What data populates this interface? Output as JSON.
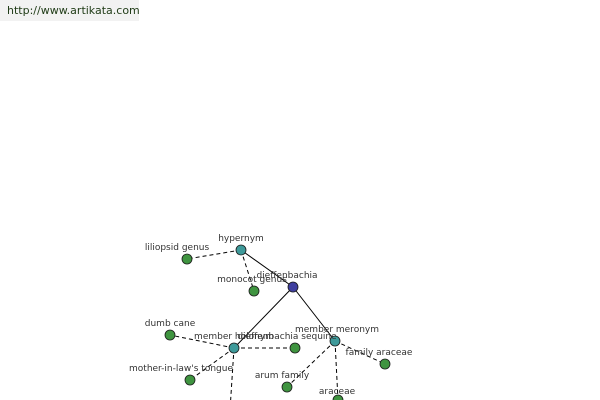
{
  "header": {
    "url_text": "http://www.artikata.com"
  },
  "colors": {
    "center_node": "#3f3f9f",
    "relation_node": "#3e9a9a",
    "term_node": "#3f9440",
    "edge": "#000000"
  },
  "graph": {
    "nodes": {
      "center": {
        "label": "dieffenbachia",
        "kind": "center"
      },
      "hypernym": {
        "label": "hypernym",
        "kind": "relation"
      },
      "member_holonym": {
        "label": "member holonym",
        "kind": "relation"
      },
      "member_meronym": {
        "label": "member meronym",
        "kind": "relation"
      },
      "liliopsid_genus": {
        "label": "liliopsid genus",
        "kind": "term"
      },
      "monocot_genus": {
        "label": "monocot genus",
        "kind": "term"
      },
      "dumb_cane": {
        "label": "dumb cane",
        "kind": "term"
      },
      "mother_in_law": {
        "label": "mother-in-law's tongue",
        "kind": "term"
      },
      "dieffenbachia_sequine": {
        "label": "dieffenbachia sequine",
        "kind": "term"
      },
      "arum_family": {
        "label": "arum family",
        "kind": "term"
      },
      "araceae": {
        "label": "araceae",
        "kind": "term"
      },
      "family_araceae": {
        "label": "family araceae",
        "kind": "term"
      }
    },
    "edges": [
      {
        "from": "center",
        "to": "hypernym",
        "style": "solid"
      },
      {
        "from": "center",
        "to": "member_holonym",
        "style": "solid"
      },
      {
        "from": "center",
        "to": "member_meronym",
        "style": "solid"
      },
      {
        "from": "hypernym",
        "to": "liliopsid_genus",
        "style": "dashed"
      },
      {
        "from": "hypernym",
        "to": "monocot_genus",
        "style": "dashed"
      },
      {
        "from": "member_holonym",
        "to": "dumb_cane",
        "style": "dashed"
      },
      {
        "from": "member_holonym",
        "to": "mother_in_law",
        "style": "dashed"
      },
      {
        "from": "member_holonym",
        "to": "dieffenbachia_sequine",
        "style": "dashed"
      },
      {
        "from": "member_holonym",
        "to": "offscreen_below",
        "style": "dashed"
      },
      {
        "from": "member_meronym",
        "to": "arum_family",
        "style": "dashed"
      },
      {
        "from": "member_meronym",
        "to": "araceae",
        "style": "dashed"
      },
      {
        "from": "member_meronym",
        "to": "family_araceae",
        "style": "dashed"
      }
    ]
  }
}
